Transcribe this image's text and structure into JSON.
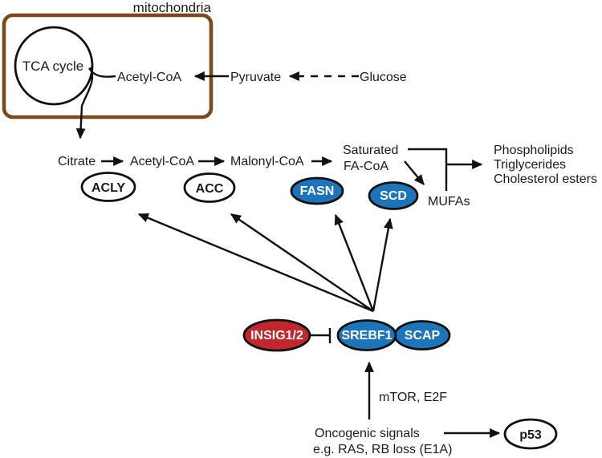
{
  "colors": {
    "enzyme_blue": "#1c75bb",
    "inhibitor_red": "#c1272d",
    "mitochondria_brown": "#7a4a1e",
    "line_black": "#111111",
    "background": "#ffffff"
  },
  "mitochondria": {
    "label": "mitochondria",
    "tca_cycle": "TCA cycle",
    "acetyl_coa": "Acetyl-CoA"
  },
  "inputs": {
    "pyruvate": "Pyruvate",
    "glucose": "Glucose"
  },
  "metabolites": {
    "citrate": "Citrate",
    "acetyl_coa": "Acetyl-CoA",
    "malonyl_coa": "Malonyl-CoA",
    "saturated_fa_line1": "Saturated",
    "saturated_fa_line2": "FA-CoA",
    "mufas": "MUFAs"
  },
  "products": [
    "Phospholipids",
    "Triglycerides",
    "Cholesterol esters"
  ],
  "enzymes": {
    "acly": "ACLY",
    "acc": "ACC",
    "fasn": "FASN",
    "scd": "SCD"
  },
  "regulation": {
    "insig": "INSIG1/2",
    "srebf1": "SREBF1",
    "scap": "SCAP",
    "mediators": "mTOR, E2F",
    "oncogenic_line1": "Oncogenic signals",
    "oncogenic_line2": "e.g. RAS, RB loss (E1A)",
    "p53": "p53"
  }
}
